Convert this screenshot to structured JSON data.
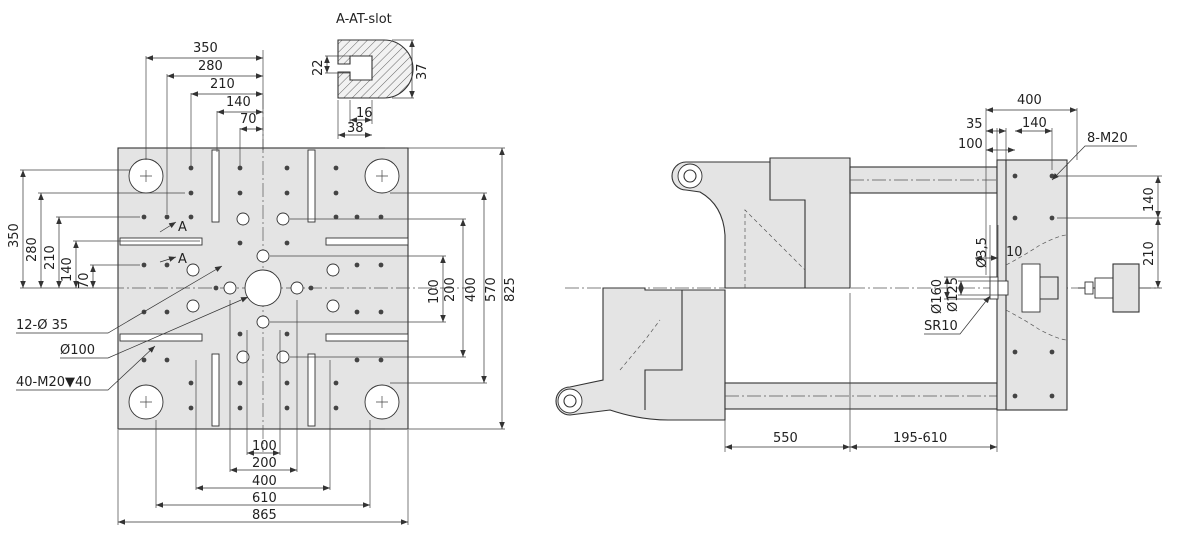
{
  "platen_front": {
    "top_dims": [
      "350",
      "280",
      "210",
      "140",
      "70"
    ],
    "bottom_dims": [
      "100",
      "200",
      "400",
      "610",
      "865"
    ],
    "left_dims": [
      "350",
      "280",
      "210",
      "140",
      "70"
    ],
    "right_dims": [
      "100",
      "200",
      "400",
      "570",
      "825"
    ],
    "section_marks": [
      "A",
      "A"
    ],
    "callouts": [
      "12-Ø 35",
      "Ø100",
      "40-M20▼40"
    ]
  },
  "t_slot": {
    "title": "A-AT-slot",
    "dims": [
      "22",
      "37",
      "16",
      "38"
    ]
  },
  "side_view": {
    "top_dims": [
      "400",
      "35",
      "140",
      "100"
    ],
    "bolt_callout": "8-M20",
    "right_dims": [
      "140",
      "210"
    ],
    "center_dims": [
      "Ø3,5",
      "10",
      "Ø160",
      "Ø125",
      "SR10"
    ],
    "bottom_dims": [
      "550",
      "195-610"
    ]
  },
  "colors": {
    "line": "#333333",
    "plate_fill": "#e4e4e4",
    "background": "#ffffff"
  }
}
